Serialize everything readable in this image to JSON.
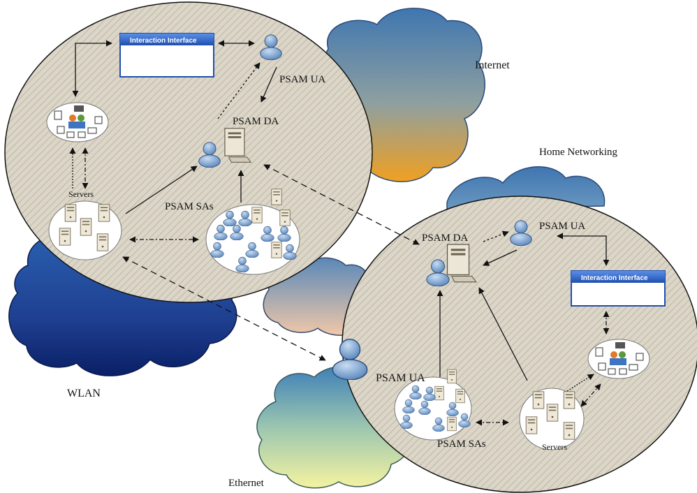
{
  "labels": {
    "internet": "Internet",
    "home_networking": "Home Networking",
    "wlan": "WLAN",
    "ethernet": "Ethernet"
  },
  "left_network": {
    "interaction_interface": "Interaction Interface",
    "psam_ua": "PSAM UA",
    "psam_da": "PSAM DA",
    "psam_sas": "PSAM SAs",
    "servers": "Servers"
  },
  "right_network": {
    "interaction_interface": "Interaction Interface",
    "psam_ua": "PSAM UA",
    "psam_da": "PSAM DA",
    "psam_sas": "PSAM SAs",
    "servers": "Servers",
    "psam_ua_external": "PSAM UA"
  }
}
